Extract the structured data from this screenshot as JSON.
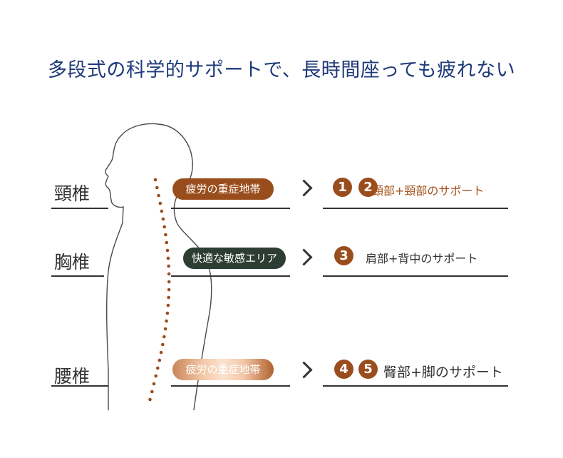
{
  "title": "多段式の科学的サポートで、長時間座っても疲れない",
  "rows": [
    {
      "region": "頸椎",
      "zone": "疲労の重症地帯",
      "numbers": [
        "1",
        "2"
      ],
      "support": "頸部+頸部のサポート"
    },
    {
      "region": "胸椎",
      "zone": "快適な敏感エリア",
      "numbers": [
        "3"
      ],
      "support": "肩部+背中のサポート"
    },
    {
      "region": "腰椎",
      "zone": "疲労の重症地帯",
      "numbers": [
        "4",
        "5"
      ],
      "support": "臀部+脚のサポート"
    }
  ],
  "colors": {
    "title": "#1f3a7a",
    "accent_brown": "#9a4d1c",
    "dark_green": "#2d3d33",
    "line": "#333333"
  },
  "icons": [
    "chevron-right-icon",
    "human-silhouette-icon",
    "spine-dots-icon"
  ]
}
